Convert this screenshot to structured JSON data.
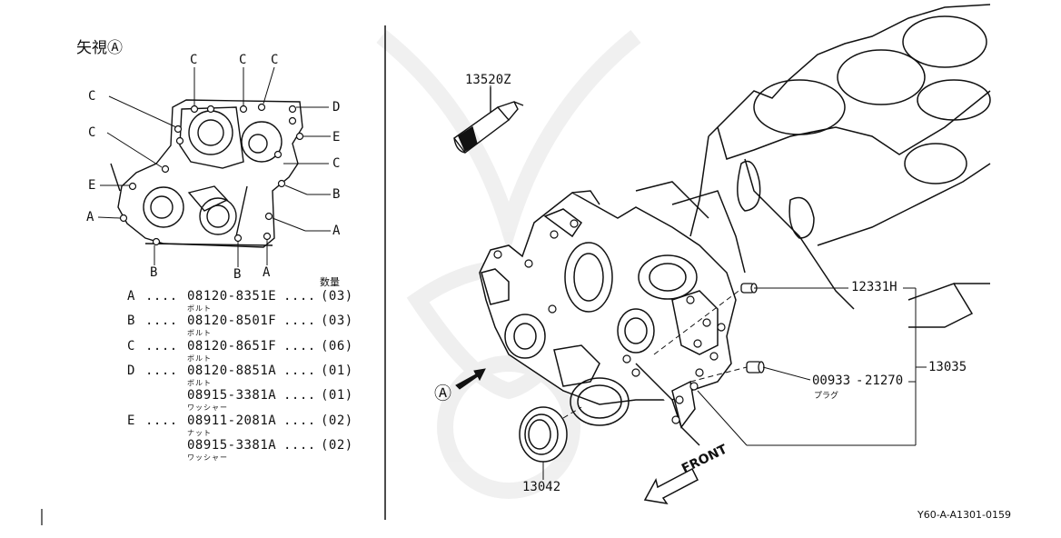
{
  "view_title": "矢視Ⓐ",
  "qty_header": "数量",
  "fastener_table": [
    {
      "key": "A",
      "part": "08120-8351E",
      "qty": "(03)",
      "desc": "ボルト"
    },
    {
      "key": "B",
      "part": "08120-8501F",
      "qty": "(03)",
      "desc": "ボルト"
    },
    {
      "key": "C",
      "part": "08120-8651F",
      "qty": "(06)",
      "desc": "ボルト"
    },
    {
      "key": "D",
      "part": "08120-8851A",
      "qty": "(01)",
      "desc": "ボルト"
    },
    {
      "key": "",
      "part": "08915-3381A",
      "qty": "(01)",
      "desc": "ワッシャー"
    },
    {
      "key": "E",
      "part": "08911-2081A",
      "qty": "(02)",
      "desc": "ナット"
    },
    {
      "key": "",
      "part": "08915-3381A",
      "qty": "(02)",
      "desc": "ワッシャー"
    }
  ],
  "view_callouts": {
    "c1": "C",
    "c2": "C",
    "c3": "C",
    "c4": "C",
    "c5": "C",
    "c6": "C",
    "d": "D",
    "e1": "E",
    "e2": "E",
    "b1": "B",
    "b2": "B",
    "b3": "B",
    "a1": "A",
    "a2": "A",
    "a3": "A"
  },
  "parts": {
    "p13520z": "13520Z",
    "p12331h": "12331H",
    "p00933": "00933",
    "p21270": "21270",
    "p13035": "13035",
    "p13042": "13042",
    "plug_label": "プラグ"
  },
  "view_marker": "Ⓐ",
  "front_label": "FRONT",
  "diagram_id": "Y60-A-A1301-0159"
}
